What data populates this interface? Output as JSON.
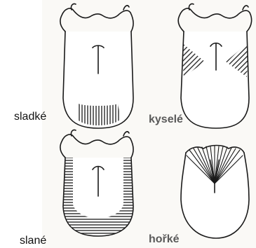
{
  "labels": {
    "sweet": "sladké",
    "sour": "kyselé",
    "salty": "slané",
    "bitter": "hořké"
  },
  "colors": {
    "background": "#ffffff",
    "paper_tint": "#f3f1ec",
    "ink": "#1a1a1a",
    "label_grey": "#5a5a5a"
  }
}
